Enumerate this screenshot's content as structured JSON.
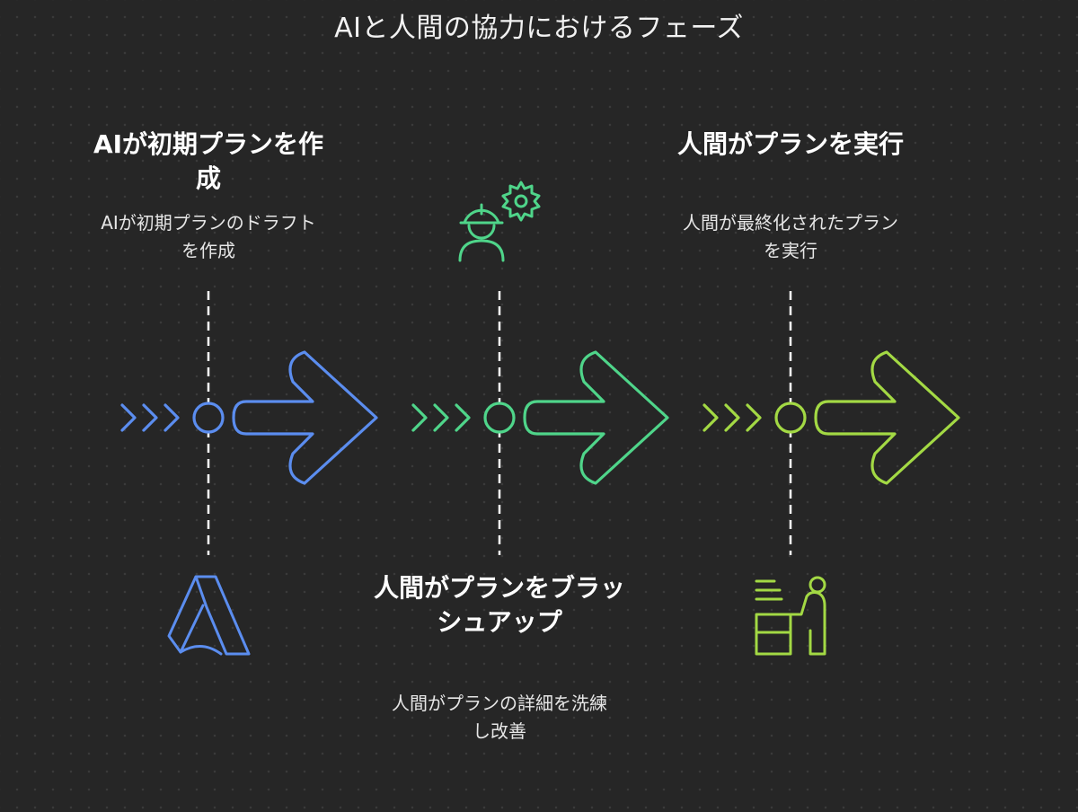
{
  "title": "AIと人間の協力におけるフェーズ",
  "phases": [
    {
      "title": "AIが初期プランを作成",
      "description": "AIが初期プランのドラフトを作成",
      "icon": "ai-letter-a-icon",
      "color": "#5b8def"
    },
    {
      "title": "人間がプランをブラッシュアップ",
      "description": "人間がプランの詳細を洗練し改善",
      "icon": "worker-with-gear-icon",
      "color": "#4fd58a"
    },
    {
      "title": "人間がプランを実行",
      "description": "人間が最終化されたプランを実行",
      "icon": "person-at-desk-icon",
      "color": "#a3d944"
    }
  ]
}
